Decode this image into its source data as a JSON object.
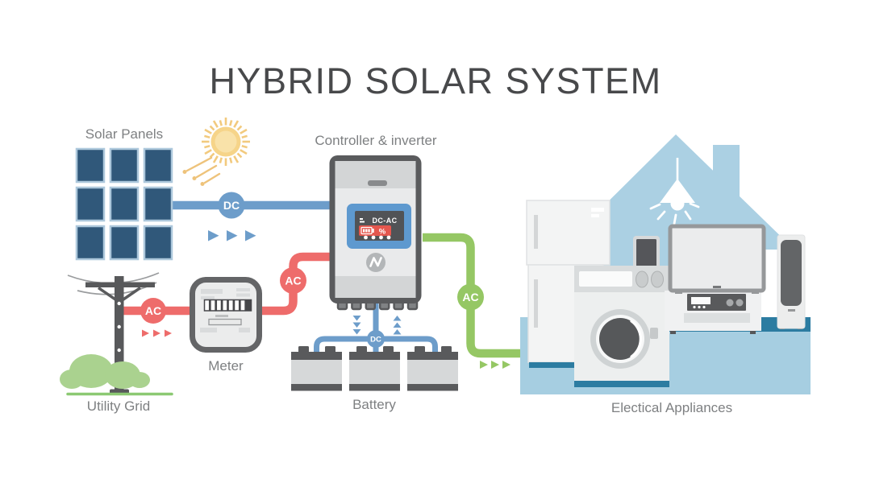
{
  "title": "HYBRID SOLAR SYSTEM",
  "nodes": {
    "solar_panels": {
      "label": "Solar Panels"
    },
    "controller": {
      "label": "Controller & inverter",
      "screen_mode": "DC-AC",
      "screen_percent": "%"
    },
    "meter": {
      "label": "Meter"
    },
    "utility_grid": {
      "label": "Utility Grid"
    },
    "battery": {
      "label": "Battery"
    },
    "appliances": {
      "label": "Electical Appliances"
    }
  },
  "links": {
    "solar_to_controller": {
      "badge": "DC",
      "color": "#6d9dca"
    },
    "grid_to_meter": {
      "badge": "AC",
      "color": "#ee6c6b"
    },
    "meter_to_controller": {
      "badge": "AC",
      "color": "#ee6c6b"
    },
    "controller_to_battery": {
      "badge": "DC",
      "color": "#6d9dca"
    },
    "controller_to_appliances": {
      "badge": "AC",
      "color": "#95c764"
    }
  },
  "colors": {
    "panel_blue": "#30587a",
    "sun_yellow": "#f6d489",
    "house_blue": "#abd0e3",
    "platform_teal": "#2c7ca1",
    "platform_light": "#a6cee1",
    "appliance_gray": "#edefef",
    "dark_gray": "#595a5c",
    "label_gray": "#7e8082",
    "title_gray": "#48494b"
  }
}
